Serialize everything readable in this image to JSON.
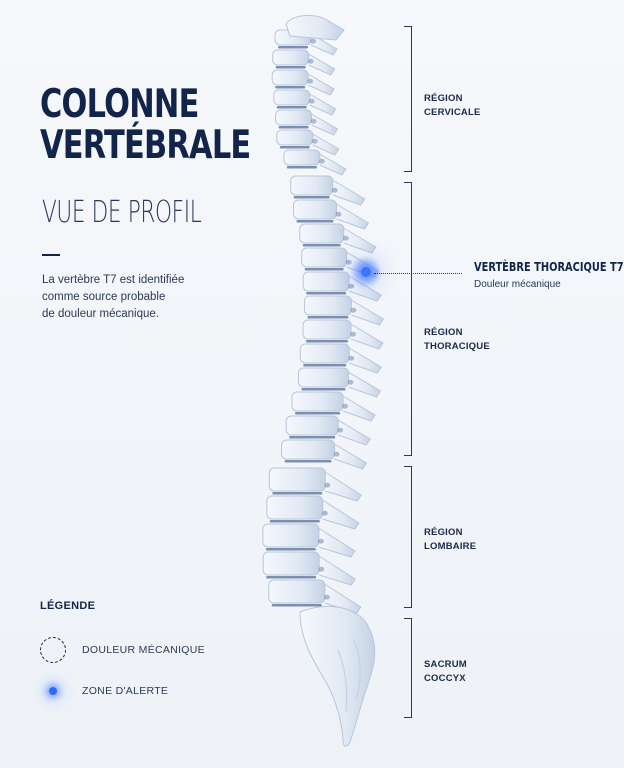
{
  "title": {
    "line1": "COLONNE",
    "line2": "VERTÉBRALE"
  },
  "subtitle": "VUE DE PROFIL",
  "description": {
    "line1": "La vertèbre T7 est identifiée",
    "line2": "comme source probable",
    "line3": "de douleur mécanique."
  },
  "regions": [
    {
      "line1": "RÉGION",
      "line2": "CERVICALE"
    },
    {
      "line1": "RÉGION",
      "line2": "THORACIQUE"
    },
    {
      "line1": "RÉGION",
      "line2": "LOMBAIRE"
    },
    {
      "line1": "SACRUM",
      "line2": "COCCYX"
    }
  ],
  "callout": {
    "title": "VERTÈBRE THORACIQUE T7",
    "subtitle": "Douleur mécanique"
  },
  "legend": {
    "title": "LÉGENDE",
    "items": [
      {
        "label": "DOULEUR MÉCANIQUE",
        "icon": "dashed-circle-icon"
      },
      {
        "label": "ZONE D'ALERTE",
        "icon": "glowing-dot-icon"
      }
    ]
  },
  "colors": {
    "text": "#13244a",
    "bone": "#e4ebf5",
    "bone_shadow": "#b8c6da",
    "disc": "#7d8fb0",
    "alert": "#2f6bff"
  }
}
